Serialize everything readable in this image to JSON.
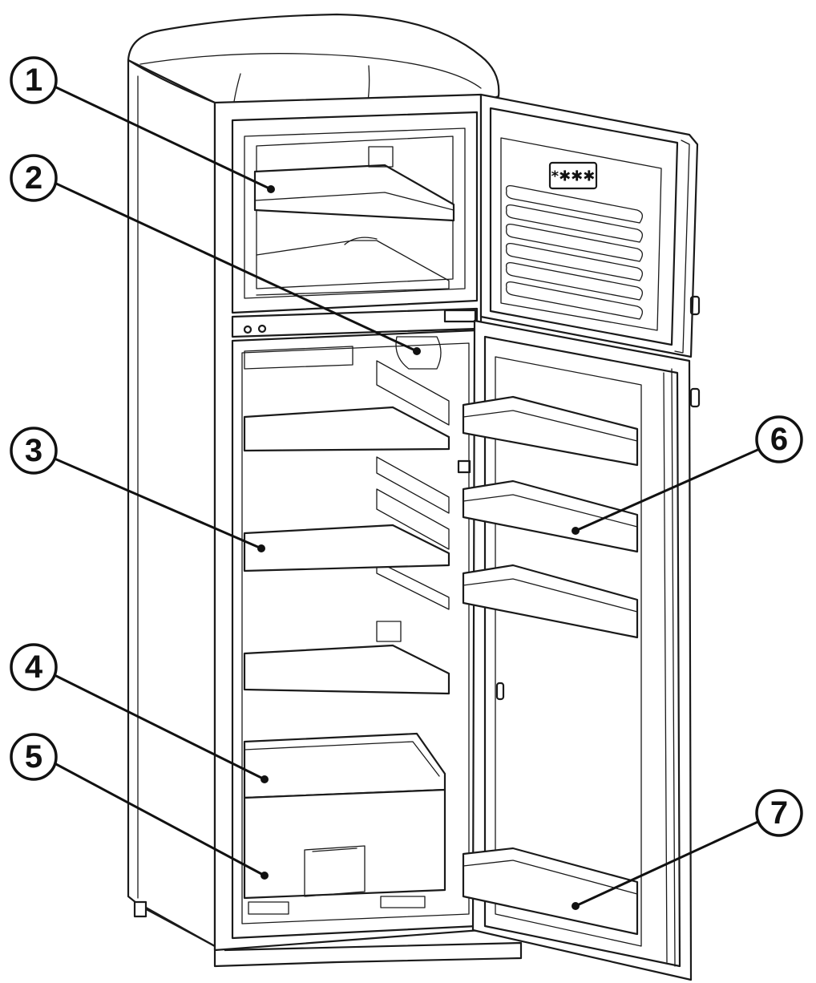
{
  "callouts": [
    {
      "id": "1",
      "label": "1"
    },
    {
      "id": "2",
      "label": "2"
    },
    {
      "id": "3",
      "label": "3"
    },
    {
      "id": "4",
      "label": "4"
    },
    {
      "id": "5",
      "label": "5"
    },
    {
      "id": "6",
      "label": "6"
    },
    {
      "id": "7",
      "label": "7"
    }
  ],
  "freezer_door_indicator": "*✱✱✱",
  "colors": {
    "line": "#1a1a1a",
    "background": "#ffffff"
  }
}
